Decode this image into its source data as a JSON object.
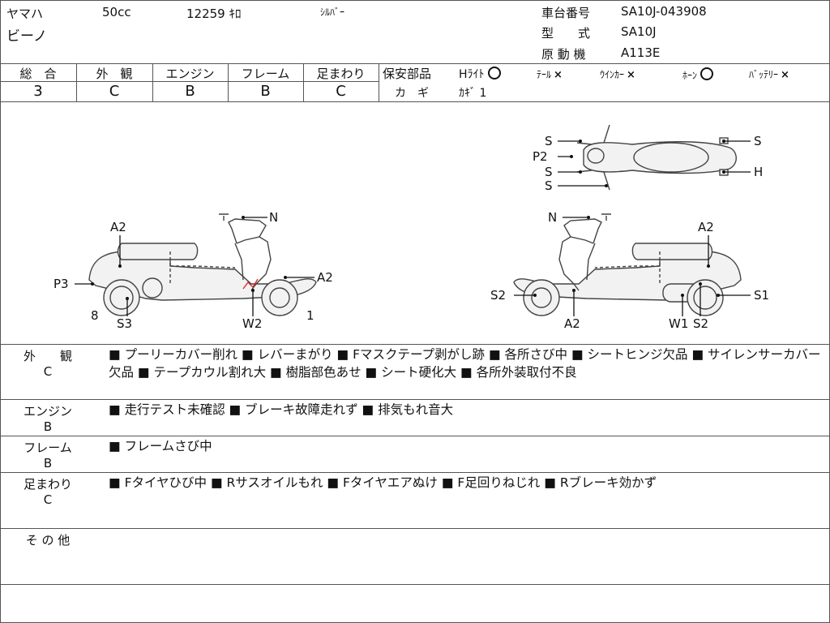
{
  "header": {
    "maker": "ヤマハ",
    "displacement": "50cc",
    "mileage": "12259 ｷﾛ",
    "color": "ｼﾙﾊﾞｰ",
    "model_name": "ビーノ",
    "frame_no_label": "車台番号",
    "frame_no": "SA10J-043908",
    "model_type_label": "型　　式",
    "model_type": "SA10J",
    "engine_label": "原 動 機",
    "engine_type": "A113E"
  },
  "grades": {
    "overall_label": "総　合",
    "overall": "3",
    "exterior_label": "外　観",
    "exterior": "C",
    "engine_label": "エンジン",
    "engine": "B",
    "frame_label": "フレーム",
    "frame": "B",
    "suspension_label": "足まわり",
    "suspension": "C"
  },
  "safety": {
    "label": "保安部品",
    "headlight": "Hﾗｲﾄ",
    "taillight": "ﾃｰﾙ",
    "winker": "ｳｲﾝｶｰ",
    "horn": "ﾎｰﾝ",
    "battery": "ﾊﾞｯﾃﾘｰ",
    "key_label": "カ　ギ",
    "key_value": "ｶｷﾞ 1"
  },
  "diagram": {
    "left": {
      "N": "N",
      "A2_top": "A2",
      "A2_right": "A2",
      "P3": "P3",
      "S3": "S3",
      "W2": "W2",
      "n8": "8",
      "n1": "1"
    },
    "top": {
      "S1": "S",
      "P2": "P2",
      "S2": "S",
      "S3": "S",
      "S4": "S",
      "H": "H"
    },
    "right": {
      "N": "N",
      "A2_top": "A2",
      "S2_left": "S2",
      "A2_bottom": "A2",
      "S1": "S1",
      "W1": "W1",
      "S2_bottom": "S2"
    }
  },
  "remarks": {
    "exterior_label": "外　　観",
    "exterior_grade": "C",
    "exterior_text": "■ プーリーカバー削れ ■ レバーまがり ■ Fマスクテープ剥がし跡 ■ 各所さび中 ■ シートヒンジ欠品 ■ サイレンサーカバー欠品 ■ テープカウル割れ大 ■ 樹脂部色あせ ■ シート硬化大 ■ 各所外装取付不良",
    "engine_label": "エンジン",
    "engine_grade": "B",
    "engine_text": "■ 走行テスト未確認 ■ ブレーキ故障走れず ■ 排気もれ音大",
    "frame_label": "フレーム",
    "frame_grade": "B",
    "frame_text": "■ フレームさび中",
    "suspension_label": "足まわり",
    "suspension_grade": "C",
    "suspension_text": "■ Fタイヤひび中 ■ Rサスオイルもれ ■ Fタイヤエアぬけ ■ F足回りねじれ ■ Rブレーキ効かず",
    "other_label": "そ の 他"
  }
}
